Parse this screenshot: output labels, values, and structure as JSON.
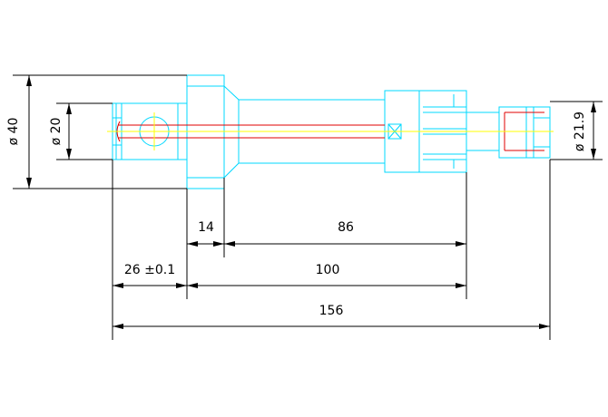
{
  "colors": {
    "background": "#ffffff",
    "outline": "#00d8ff",
    "centerline": "#ffff00",
    "bore": "#e00000",
    "dimension": "#000000"
  },
  "dimensions": {
    "dia_40": "ø 40",
    "dia_20": "ø 20",
    "dia_21_9": "ø 21.9",
    "len_14": "14",
    "len_86": "86",
    "len_26": "26 ±0.1",
    "len_100": "100",
    "len_156": "156"
  }
}
